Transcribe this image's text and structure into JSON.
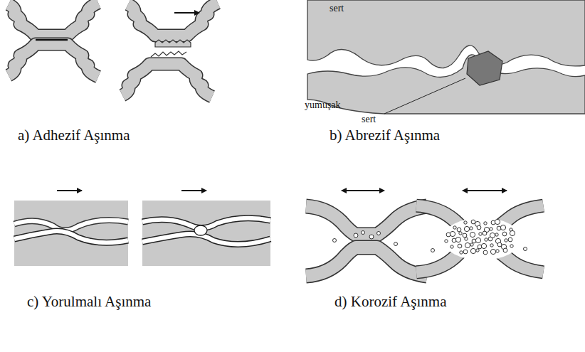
{
  "diagram": {
    "labels": [
      "sert",
      "yumuşak",
      "sert",
      "a) Adhezif Aşınma",
      "b) Abrezif Aşınma",
      "c) Yorulmalı Aşınma",
      "d) Korozif Aşınma"
    ]
  }
}
